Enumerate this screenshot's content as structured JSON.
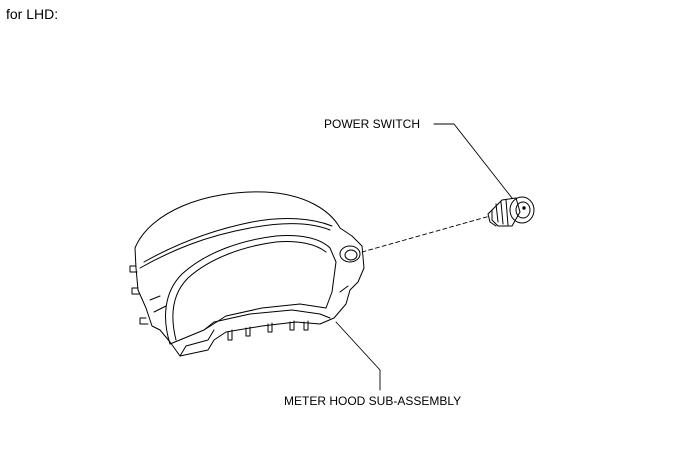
{
  "header": {
    "text": "for LHD:"
  },
  "callouts": {
    "power_switch": "POWER SWITCH",
    "meter_hood": "METER HOOD SUB-ASSEMBLY"
  }
}
